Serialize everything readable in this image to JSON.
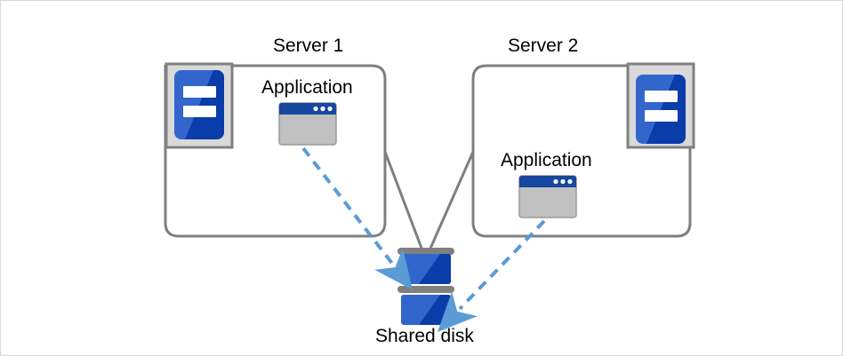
{
  "diagram": {
    "title": "Shared disk cluster diagram",
    "type": "architecture-diagram",
    "nodes": {
      "server1": {
        "label": "Server 1",
        "app_label": "Application",
        "icon": "server-icon",
        "app_icon": "application-window-icon"
      },
      "server2": {
        "label": "Server 2",
        "app_label": "Application",
        "icon": "server-icon",
        "app_icon": "application-window-icon"
      },
      "storage": {
        "label": "Shared disk",
        "icon": "disk-stack-icon",
        "blocks": 2
      }
    },
    "connections": [
      {
        "name": "server1-to-disk-link",
        "style": "solid",
        "color": "#7f7f7f",
        "from": "server1",
        "to": "storage"
      },
      {
        "name": "server2-to-disk-link",
        "style": "solid",
        "color": "#7f7f7f",
        "from": "server2",
        "to": "storage"
      },
      {
        "name": "app1-to-disk-access",
        "style": "dashed",
        "color": "#5b9bd5",
        "from": "server1.application",
        "to": "storage.upper-block"
      },
      {
        "name": "app2-to-disk-access",
        "style": "dashed",
        "color": "#5b9bd5",
        "from": "server2.application",
        "to": "storage.lower-block"
      }
    ],
    "colors": {
      "outline": "#7f7f7f",
      "outer_border": "#d8d8d8",
      "icon_blue_light": "#3366cc",
      "icon_blue_dark": "#0a3caa",
      "icon_frame_fill": "#d9d9d9",
      "icon_frame_stroke": "#808080",
      "window_titlebar": "#17479e",
      "window_body": "#c0c0c0",
      "window_border": "#9a9a9a",
      "disk_separator": "#808080",
      "arrow_blue": "#5b9bd5",
      "text": "#000000",
      "background": "#ffffff"
    }
  }
}
